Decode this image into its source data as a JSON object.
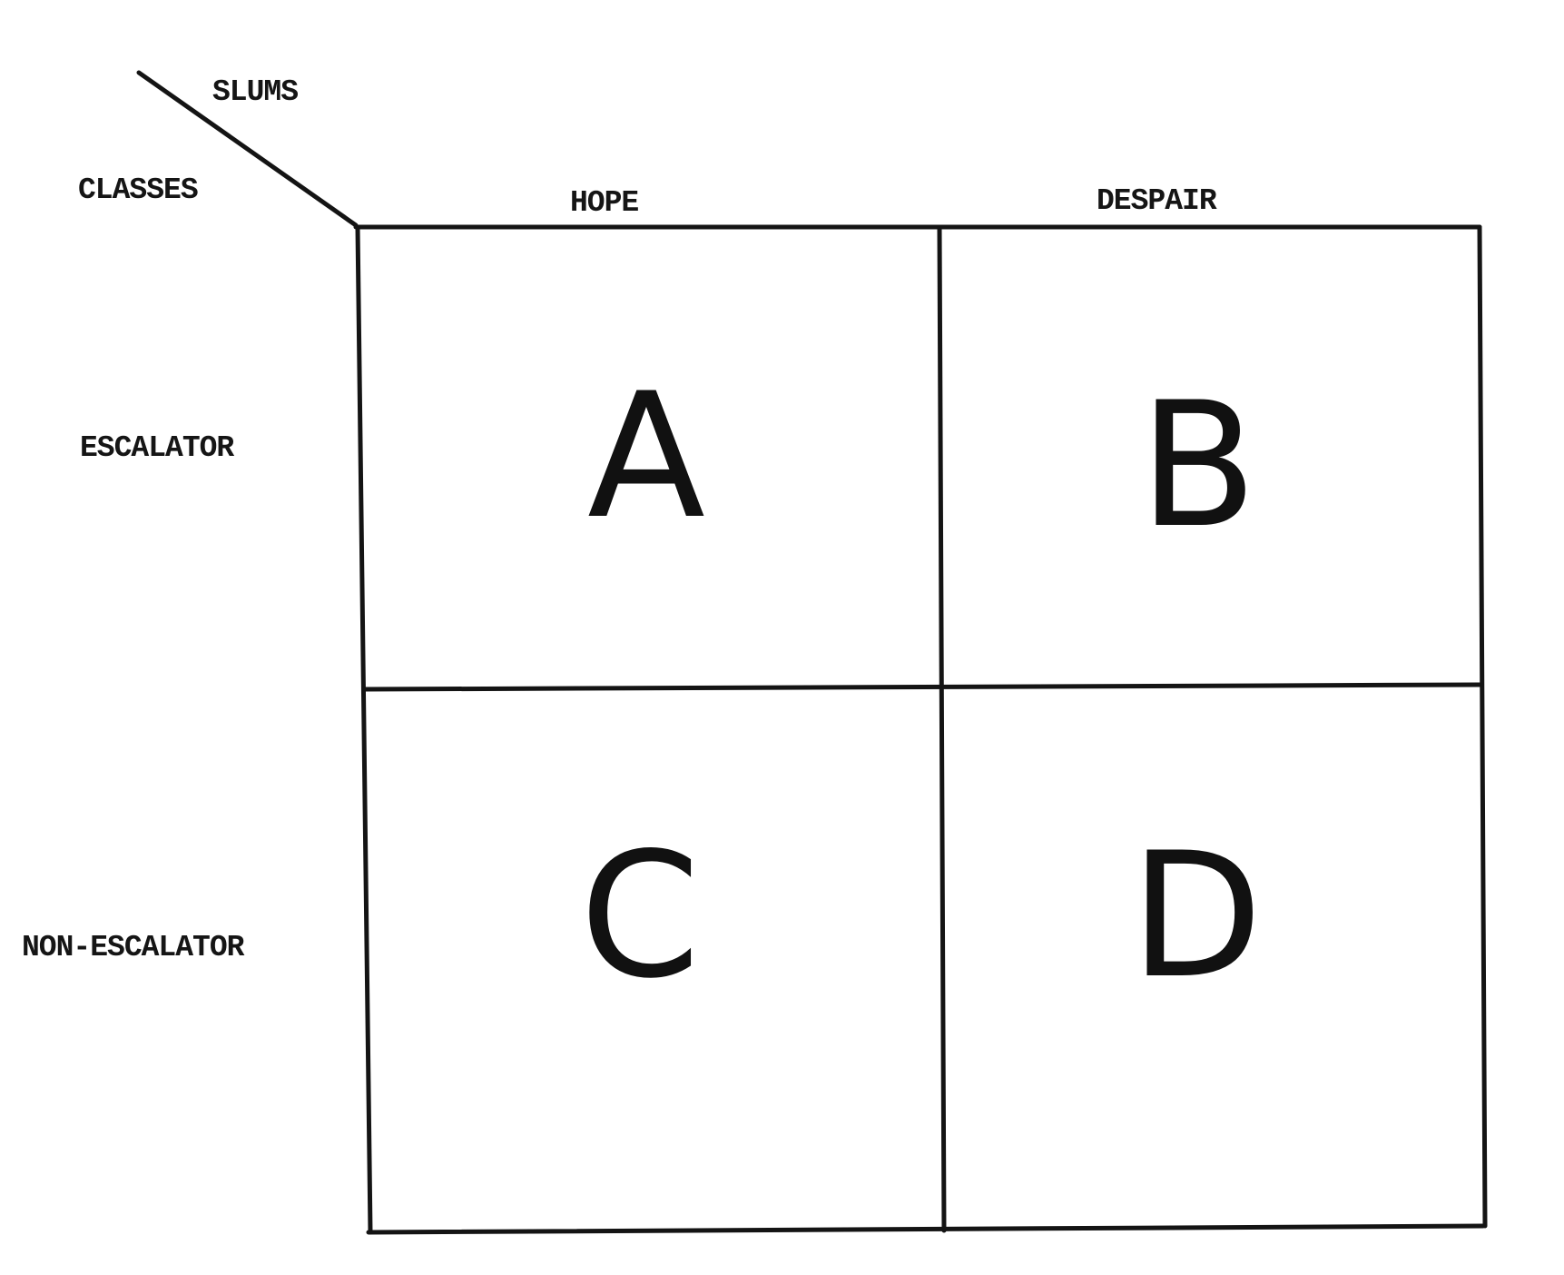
{
  "header": {
    "corner_top_label": "SLUMS",
    "corner_left_label": "CLASSES"
  },
  "columns": [
    {
      "label": "HOPE"
    },
    {
      "label": "DESPAIR"
    }
  ],
  "rows": [
    {
      "label": "ESCALATOR"
    },
    {
      "label": "NON-ESCALATOR"
    }
  ],
  "cells": [
    {
      "letter": "A"
    },
    {
      "letter": "B"
    },
    {
      "letter": "C"
    },
    {
      "letter": "D"
    }
  ]
}
